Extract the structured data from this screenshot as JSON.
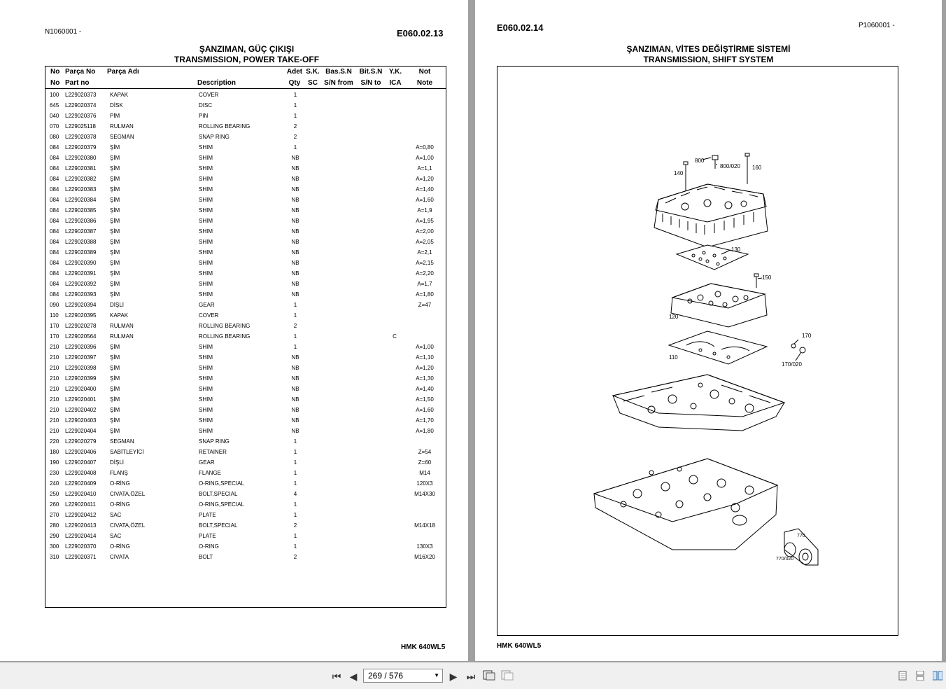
{
  "left_page": {
    "doc_ref": "N1060001 -",
    "code": "E060.02.13",
    "title_tr": "ŞANZIMAN, GÜÇ ÇIKIŞI",
    "title_en": "TRANSMISSION, POWER TAKE-OFF",
    "footer": "HMK 640WL5",
    "table": {
      "header_row1": {
        "no": "No",
        "part_no": "Parça No",
        "name_tr": "Parça Adı",
        "desc": "",
        "qty": "Adet",
        "sk": "S.K.",
        "from": "Bas.S.N",
        "to": "Bit.S.N",
        "yk": "Y.K.",
        "note": "Not"
      },
      "header_row2": {
        "no": "No",
        "part_no": "Part no",
        "name_tr": "",
        "desc": "Description",
        "qty": "Qty",
        "sk": "SC",
        "from": "S/N from",
        "to": "S/N to",
        "yk": "ICA",
        "note": "Note"
      },
      "rows": [
        {
          "no": "100",
          "pn": "L229020373",
          "tr": "KAPAK",
          "de": "COVER",
          "qty": "1",
          "yk": "",
          "note": ""
        },
        {
          "no": "645",
          "pn": "L229020374",
          "tr": "DİSK",
          "de": "DISC",
          "qty": "1",
          "yk": "",
          "note": ""
        },
        {
          "no": "040",
          "pn": "L229020376",
          "tr": "PİM",
          "de": "PIN",
          "qty": "1",
          "yk": "",
          "note": ""
        },
        {
          "no": "070",
          "pn": "L229025118",
          "tr": "RULMAN",
          "de": "ROLLING BEARING",
          "qty": "2",
          "yk": "",
          "note": ""
        },
        {
          "no": "080",
          "pn": "L229020378",
          "tr": "SEGMAN",
          "de": "SNAP RING",
          "qty": "2",
          "yk": "",
          "note": ""
        },
        {
          "no": "084",
          "pn": "L229020379",
          "tr": "ŞİM",
          "de": "SHIM",
          "qty": "1",
          "yk": "",
          "note": "A=0,80"
        },
        {
          "no": "084",
          "pn": "L229020380",
          "tr": "ŞİM",
          "de": "SHIM",
          "qty": "NB",
          "yk": "",
          "note": "A=1,00"
        },
        {
          "no": "084",
          "pn": "L229020381",
          "tr": "ŞİM",
          "de": "SHIM",
          "qty": "NB",
          "yk": "",
          "note": "A=1,1"
        },
        {
          "no": "084",
          "pn": "L229020382",
          "tr": "ŞİM",
          "de": "SHIM",
          "qty": "NB",
          "yk": "",
          "note": "A=1,20"
        },
        {
          "no": "084",
          "pn": "L229020383",
          "tr": "ŞİM",
          "de": "SHIM",
          "qty": "NB",
          "yk": "",
          "note": "A=1,40"
        },
        {
          "no": "084",
          "pn": "L229020384",
          "tr": "ŞİM",
          "de": "SHIM",
          "qty": "NB",
          "yk": "",
          "note": "A=1,60"
        },
        {
          "no": "084",
          "pn": "L229020385",
          "tr": "ŞİM",
          "de": "SHIM",
          "qty": "NB",
          "yk": "",
          "note": "A=1,9"
        },
        {
          "no": "084",
          "pn": "L229020386",
          "tr": "ŞİM",
          "de": "SHIM",
          "qty": "NB",
          "yk": "",
          "note": "A=1,95"
        },
        {
          "no": "084",
          "pn": "L229020387",
          "tr": "ŞİM",
          "de": "SHIM",
          "qty": "NB",
          "yk": "",
          "note": "A=2,00"
        },
        {
          "no": "084",
          "pn": "L229020388",
          "tr": "ŞİM",
          "de": "SHIM",
          "qty": "NB",
          "yk": "",
          "note": "A=2,05"
        },
        {
          "no": "084",
          "pn": "L229020389",
          "tr": "ŞİM",
          "de": "SHIM",
          "qty": "NB",
          "yk": "",
          "note": "A=2,1"
        },
        {
          "no": "084",
          "pn": "L229020390",
          "tr": "ŞİM",
          "de": "SHIM",
          "qty": "NB",
          "yk": "",
          "note": "A=2,15"
        },
        {
          "no": "084",
          "pn": "L229020391",
          "tr": "ŞİM",
          "de": "SHIM",
          "qty": "NB",
          "yk": "",
          "note": "A=2,20"
        },
        {
          "no": "084",
          "pn": "L229020392",
          "tr": "ŞİM",
          "de": "SHIM",
          "qty": "NB",
          "yk": "",
          "note": "A=1,7"
        },
        {
          "no": "084",
          "pn": "L229020393",
          "tr": "ŞİM",
          "de": "SHIM",
          "qty": "NB",
          "yk": "",
          "note": "A=1,80"
        },
        {
          "no": "090",
          "pn": "L229020394",
          "tr": "DİŞLİ",
          "de": "GEAR",
          "qty": "1",
          "yk": "",
          "note": "Z=47"
        },
        {
          "no": "110",
          "pn": "L229020395",
          "tr": "KAPAK",
          "de": "COVER",
          "qty": "1",
          "yk": "",
          "note": ""
        },
        {
          "no": "170",
          "pn": "L229020278",
          "tr": "RULMAN",
          "de": "ROLLING BEARING",
          "qty": "2",
          "yk": "",
          "note": ""
        },
        {
          "no": "170",
          "pn": "L229020564",
          "tr": "RULMAN",
          "de": "ROLLING BEARING",
          "qty": "1",
          "yk": "C",
          "note": ""
        },
        {
          "no": "210",
          "pn": "L229020396",
          "tr": "ŞİM",
          "de": "SHIM",
          "qty": "1",
          "yk": "",
          "note": "A=1,00"
        },
        {
          "no": "210",
          "pn": "L229020397",
          "tr": "ŞİM",
          "de": "SHIM",
          "qty": "NB",
          "yk": "",
          "note": "A=1,10"
        },
        {
          "no": "210",
          "pn": "L229020398",
          "tr": "ŞİM",
          "de": "SHIM",
          "qty": "NB",
          "yk": "",
          "note": "A=1,20"
        },
        {
          "no": "210",
          "pn": "L229020399",
          "tr": "ŞİM",
          "de": "SHIM",
          "qty": "NB",
          "yk": "",
          "note": "A=1,30"
        },
        {
          "no": "210",
          "pn": "L229020400",
          "tr": "ŞİM",
          "de": "SHIM",
          "qty": "NB",
          "yk": "",
          "note": "A=1,40"
        },
        {
          "no": "210",
          "pn": "L229020401",
          "tr": "ŞİM",
          "de": "SHIM",
          "qty": "NB",
          "yk": "",
          "note": "A=1,50"
        },
        {
          "no": "210",
          "pn": "L229020402",
          "tr": "ŞİM",
          "de": "SHIM",
          "qty": "NB",
          "yk": "",
          "note": "A=1,60"
        },
        {
          "no": "210",
          "pn": "L229020403",
          "tr": "ŞİM",
          "de": "SHIM",
          "qty": "NB",
          "yk": "",
          "note": "A=1,70"
        },
        {
          "no": "210",
          "pn": "L229020404",
          "tr": "ŞİM",
          "de": "SHIM",
          "qty": "NB",
          "yk": "",
          "note": "A=1,80"
        },
        {
          "no": "220",
          "pn": "L229020279",
          "tr": "SEGMAN",
          "de": "SNAP RING",
          "qty": "1",
          "yk": "",
          "note": ""
        },
        {
          "no": "180",
          "pn": "L229020406",
          "tr": "SABİTLEYİCİ",
          "de": "RETAINER",
          "qty": "1",
          "yk": "",
          "note": "Z=54"
        },
        {
          "no": "190",
          "pn": "L229020407",
          "tr": "DİŞLİ",
          "de": "GEAR",
          "qty": "1",
          "yk": "",
          "note": "Z=60"
        },
        {
          "no": "230",
          "pn": "L229020408",
          "tr": "FLANŞ",
          "de": "FLANGE",
          "qty": "1",
          "yk": "",
          "note": "M14"
        },
        {
          "no": "240",
          "pn": "L229020409",
          "tr": "O-RİNG",
          "de": "O-RING,SPECIAL",
          "qty": "1",
          "yk": "",
          "note": "120X3"
        },
        {
          "no": "250",
          "pn": "L229020410",
          "tr": "CIVATA,ÖZEL",
          "de": "BOLT,SPECIAL",
          "qty": "4",
          "yk": "",
          "note": "M14X30"
        },
        {
          "no": "260",
          "pn": "L229020411",
          "tr": "O-RİNG",
          "de": "O-RING,SPECIAL",
          "qty": "1",
          "yk": "",
          "note": ""
        },
        {
          "no": "270",
          "pn": "L229020412",
          "tr": "SAC",
          "de": "PLATE",
          "qty": "1",
          "yk": "",
          "note": ""
        },
        {
          "no": "280",
          "pn": "L229020413",
          "tr": "CIVATA,ÖZEL",
          "de": "BOLT,SPECIAL",
          "qty": "2",
          "yk": "",
          "note": "M14X18"
        },
        {
          "no": "290",
          "pn": "L229020414",
          "tr": "SAC",
          "de": "PLATE",
          "qty": "1",
          "yk": "",
          "note": ""
        },
        {
          "no": "300",
          "pn": "L229020370",
          "tr": "O-RİNG",
          "de": "O-RING",
          "qty": "1",
          "yk": "",
          "note": "130X3"
        },
        {
          "no": "310",
          "pn": "L229020371",
          "tr": "CIVATA",
          "de": "BOLT",
          "qty": "2",
          "yk": "",
          "note": "M16X20"
        }
      ]
    }
  },
  "right_page": {
    "code": "E060.02.14",
    "doc_ref": "P1060001 -",
    "title_tr": "ŞANZIMAN, VİTES DEĞİŞTİRME SİSTEMİ",
    "title_en": "TRANSMISSION, SHIFT SYSTEM",
    "footer": "HMK 640WL5",
    "callouts": {
      "c800": "800",
      "c800_020": "800/020",
      "c140": "140",
      "c160": "160",
      "c130": "130",
      "c150": "150",
      "c120": "120",
      "c170": "170",
      "c170_020": "170/020",
      "c110": "110",
      "c770": "770",
      "c770_020": "770/020"
    }
  },
  "toolbar": {
    "page_indicator": "269 / 576",
    "icons": [
      "first-page-icon",
      "prev-page-icon",
      "next-page-icon",
      "last-page-icon",
      "fit-page-icon",
      "fit-width-icon",
      "single-page-icon",
      "continuous-icon",
      "two-page-icon"
    ]
  }
}
